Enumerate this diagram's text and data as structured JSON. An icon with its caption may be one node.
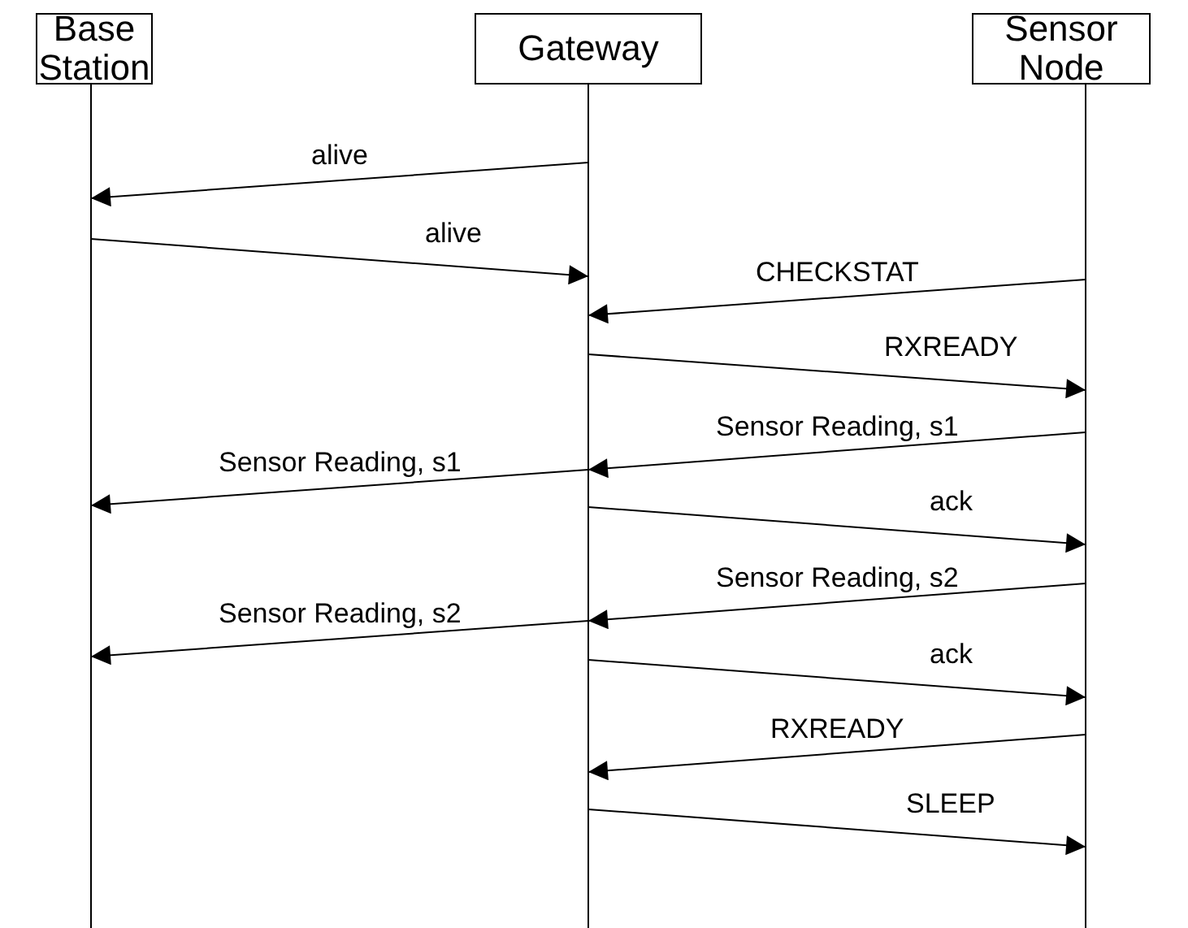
{
  "diagram": {
    "nodes": [
      {
        "text": [
          "Base Station"
        ]
      },
      {
        "text": [
          "Gateway"
        ]
      },
      {
        "text": [
          "Sensor Node"
        ]
      }
    ],
    "edges": [
      {
        "from": 1,
        "to": 0,
        "arrow": "to",
        "label": "alive"
      },
      {
        "from": 0,
        "to": 1,
        "arrow": "to",
        "label": "alive"
      },
      {
        "from": 2,
        "to": 1,
        "arrow": "to",
        "label": "CHECKSTAT"
      },
      {
        "from": 1,
        "to": 2,
        "arrow": "to",
        "label": "RXREADY"
      },
      {
        "from": 2,
        "to": 1,
        "arrow": "to",
        "label": "Sensor Reading, s1"
      },
      {
        "from": 1,
        "to": 0,
        "arrow": "to",
        "label": "Sensor Reading, s1"
      },
      {
        "from": 1,
        "to": 2,
        "arrow": "to",
        "label": "ack"
      },
      {
        "from": 2,
        "to": 1,
        "arrow": "to",
        "label": "Sensor Reading, s2"
      },
      {
        "from": 1,
        "to": 0,
        "arrow": "to",
        "label": "Sensor Reading, s2"
      },
      {
        "from": 1,
        "to": 2,
        "arrow": "to",
        "label": "ack"
      },
      {
        "from": 2,
        "to": 1,
        "arrow": "to",
        "label": "RXREADY"
      },
      {
        "from": 1,
        "to": 2,
        "arrow": "to",
        "label": "SLEEP"
      }
    ]
  }
}
